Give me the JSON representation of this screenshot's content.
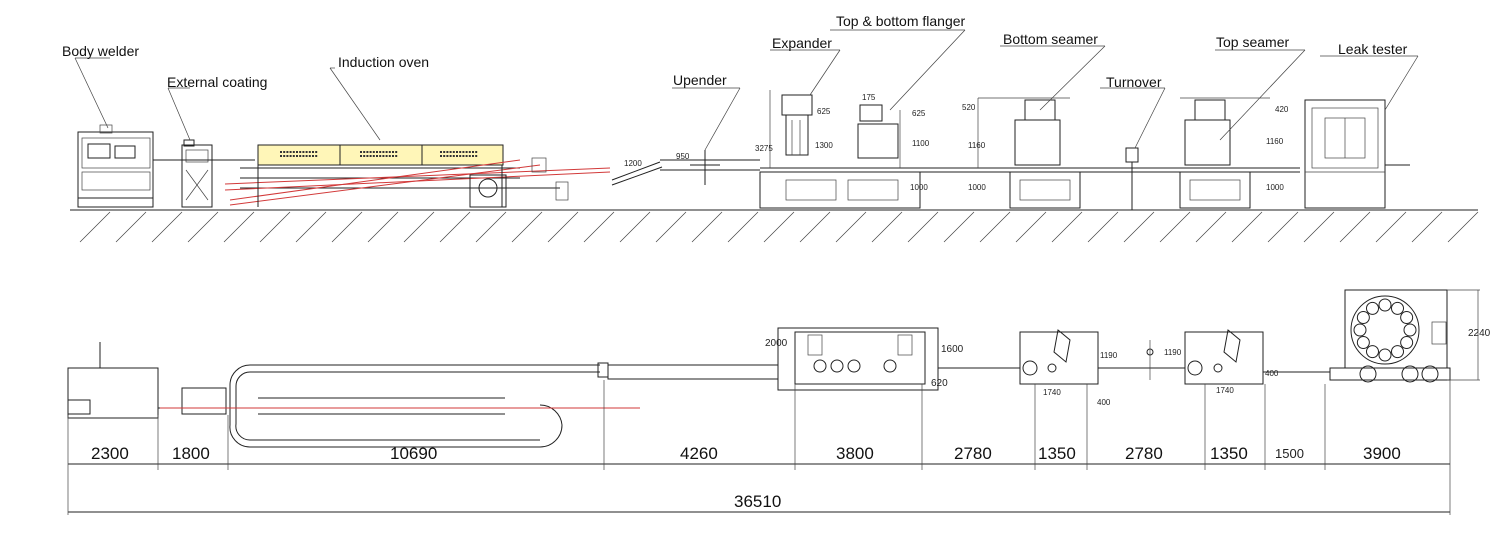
{
  "labels": {
    "body_welder": "Body welder",
    "external_coating": "External coating",
    "induction_oven": "Induction oven",
    "upender": "Upender",
    "expander": "Expander",
    "top_bottom_flanger": "Top & bottom flanger",
    "bottom_seamer": "Bottom seamer",
    "turnover": "Turnover",
    "top_seamer": "Top seamer",
    "leak_tester": "Leak tester"
  },
  "side_dims": {
    "d1200": "1200",
    "d950": "950",
    "d3275": "3275",
    "d625a": "625",
    "d1300": "1300",
    "d175": "175",
    "d625b": "625",
    "d1100": "1100",
    "d1000a": "1000",
    "d520": "520",
    "d1160a": "1160",
    "d1000b": "1000",
    "d420": "420",
    "d1160b": "1160",
    "d1000c": "1000"
  },
  "plan_dims": {
    "d2000": "2000",
    "d1600": "1600",
    "d620": "620",
    "d1190a": "1190",
    "d1740a": "1740",
    "d400a": "400",
    "d1190b": "1190",
    "d400b": "400",
    "d1740b": "1740",
    "d2240": "2240"
  },
  "bottom_dims": {
    "s1": "2300",
    "s2": "1800",
    "s3": "10690",
    "s4": "4260",
    "s5": "3800",
    "s6": "2780",
    "s7": "1350",
    "s8": "2780",
    "s9": "1350",
    "s10": "1500",
    "s11": "3900",
    "total": "36510"
  }
}
